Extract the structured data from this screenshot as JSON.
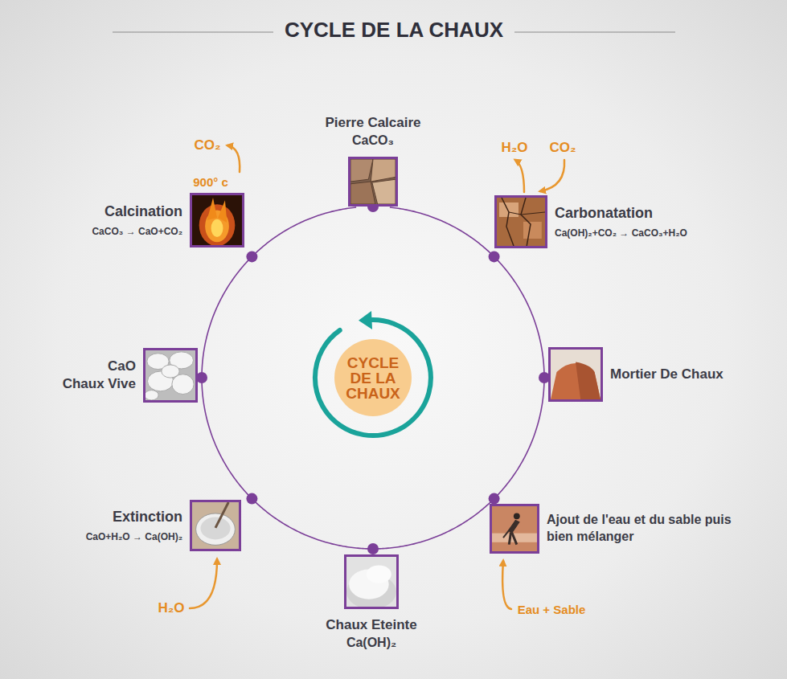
{
  "diagram": {
    "title": "CYCLE DE LA CHAUX",
    "nodes": [
      {
        "text": [
          "Pierre Calcaire",
          "CaCO₃"
        ]
      },
      {
        "text": [
          "Calcination",
          "CaCO₃ → CaO+CO₂"
        ]
      },
      {
        "text": [
          "Carbonatation",
          "Ca(OH)₂+CO₂ → CaCO₃+H₂O"
        ]
      },
      {
        "text": [
          "CaO",
          "Chaux Vive"
        ]
      },
      {
        "text": [
          "CYCLE DE LA CHAUX"
        ]
      },
      {
        "text": [
          "Mortier De Chaux"
        ]
      },
      {
        "text": [
          "Extinction",
          "CaO+H₂O → Ca(OH)₂"
        ]
      },
      {
        "text": [
          "Ajout de l'eau et du sable puis bien mélanger"
        ]
      },
      {
        "text": [
          "Chaux Eteinte",
          "Ca(OH)₂"
        ]
      }
    ],
    "edges": [
      {
        "from": 0,
        "to": 1,
        "arrow": "none"
      },
      {
        "from": 1,
        "to": 3,
        "arrow": "none"
      },
      {
        "from": 3,
        "to": 6,
        "arrow": "none"
      },
      {
        "from": 6,
        "to": 8,
        "arrow": "none"
      },
      {
        "from": 8,
        "to": 7,
        "arrow": "none"
      },
      {
        "from": 7,
        "to": 5,
        "arrow": "none"
      },
      {
        "from": 5,
        "to": 2,
        "arrow": "none"
      },
      {
        "from": 2,
        "to": 0,
        "arrow": "none"
      }
    ],
    "labels": [
      "CO₂",
      "900° c",
      "H₂O",
      "CO₂",
      "H₂O",
      "Eau + Sable"
    ]
  }
}
